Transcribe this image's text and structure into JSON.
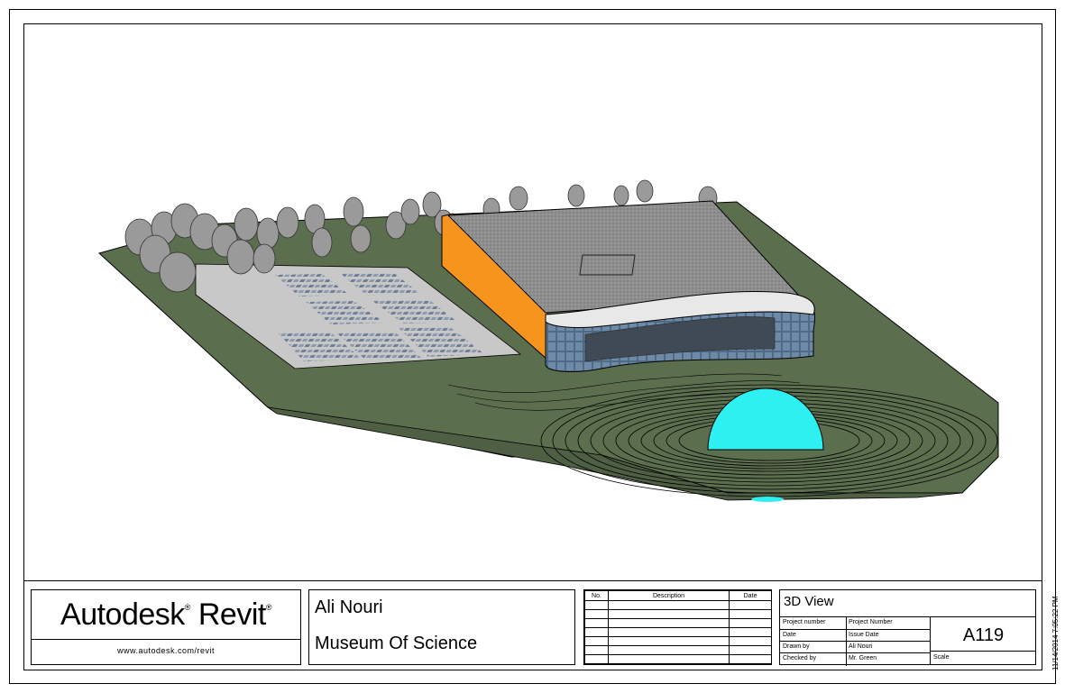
{
  "titleblock": {
    "brand_main": "Autodesk",
    "brand_sub": "Revit",
    "brand_reg": "®",
    "website": "www.autodesk.com/revit",
    "owner": "Ali Nouri",
    "project_name": "Museum Of Science",
    "revision_headers": {
      "no": "No.",
      "description": "Description",
      "date": "Date"
    },
    "view_name": "3D View",
    "fields": {
      "project_number_label": "Project number",
      "project_number_value": "Project Number",
      "date_label": "Date",
      "date_value": "Issue Date",
      "drawn_by_label": "Drawn by",
      "drawn_by_value": "Ali Nouri",
      "checked_by_label": "Checked by",
      "checked_by_value": "Mr. Green"
    },
    "sheet_number": "A119",
    "scale_label": "Scale",
    "timestamp": "11/14/2014 7:05:22 PM"
  },
  "colors": {
    "terrain": "#5b6e4e",
    "roof": "#8f8f8f",
    "facade_orange": "#f7941d",
    "glass": "#4a6580",
    "dome": "#2ef0f0",
    "parking": "#c8c8c8",
    "trees": "#9a9a9a"
  }
}
